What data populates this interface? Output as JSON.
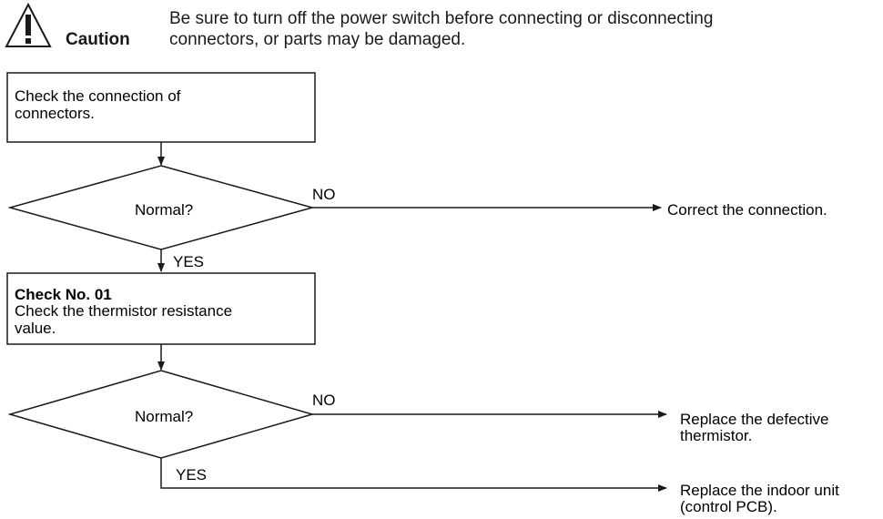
{
  "caution": {
    "icon": "warning-triangle-icon",
    "label": "Caution",
    "text_line1": "Be sure to turn off the power switch before connecting or disconnecting",
    "text_line2": "connectors, or parts may be damaged."
  },
  "flowchart": {
    "step1": {
      "line1": "Check the connection of",
      "line2": "connectors."
    },
    "decision1": {
      "question": "Normal?",
      "no_label": "NO",
      "yes_label": "YES",
      "no_result": "Correct the connection."
    },
    "step2": {
      "title": "Check No. 01",
      "line1": "Check the thermistor resistance",
      "line2": "value."
    },
    "decision2": {
      "question": "Normal?",
      "no_label": "NO",
      "yes_label": "YES",
      "no_result_line1": "Replace the defective",
      "no_result_line2": "thermistor.",
      "yes_result_line1": "Replace the indoor unit",
      "yes_result_line2": "(control PCB)."
    }
  },
  "colors": {
    "line": "#1a1a1a",
    "background": "#ffffff"
  }
}
